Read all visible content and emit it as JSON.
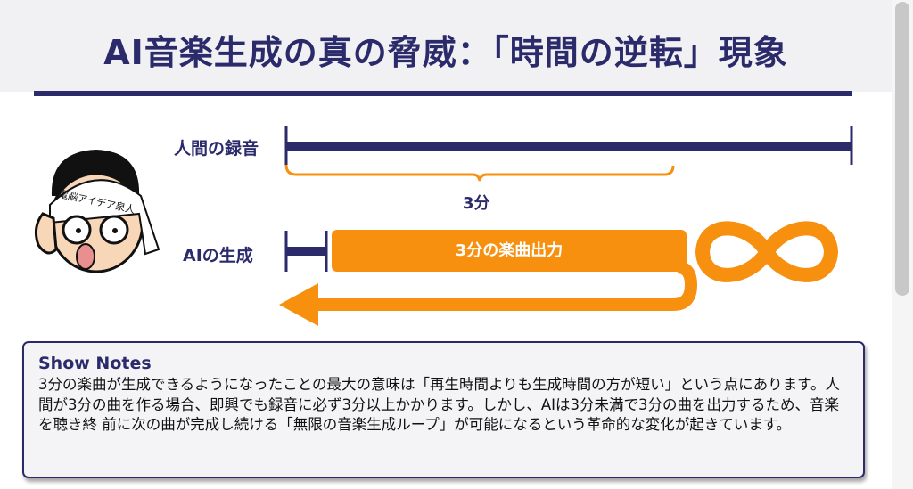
{
  "title": "AI音楽生成の真の脅威：「時間の逆転」現象",
  "diagram": {
    "human_label": "人間の録音",
    "duration_label": "3分",
    "ai_label": "AIの生成",
    "output_label": "3分の楽曲出力",
    "avatar_headband": "電脳アイデア泉人",
    "colors": {
      "navy": "#2b2a6b",
      "orange": "#f7900f"
    }
  },
  "notes": {
    "heading": "Show Notes",
    "body": "3分の楽曲が生成できるようになったことの最大の意味は「再生時間よりも生成時間の方が短い」という点にあります。人間が3分の曲を作る場合、即興でも録音に必ず3分以上かかります。しかし、AIは3分未満で3分の曲を出力するため、音楽を聴き終 前に次の曲が完成し続ける「無限の音楽生成ループ」が可能になるという革命的な変化が起きています。"
  }
}
